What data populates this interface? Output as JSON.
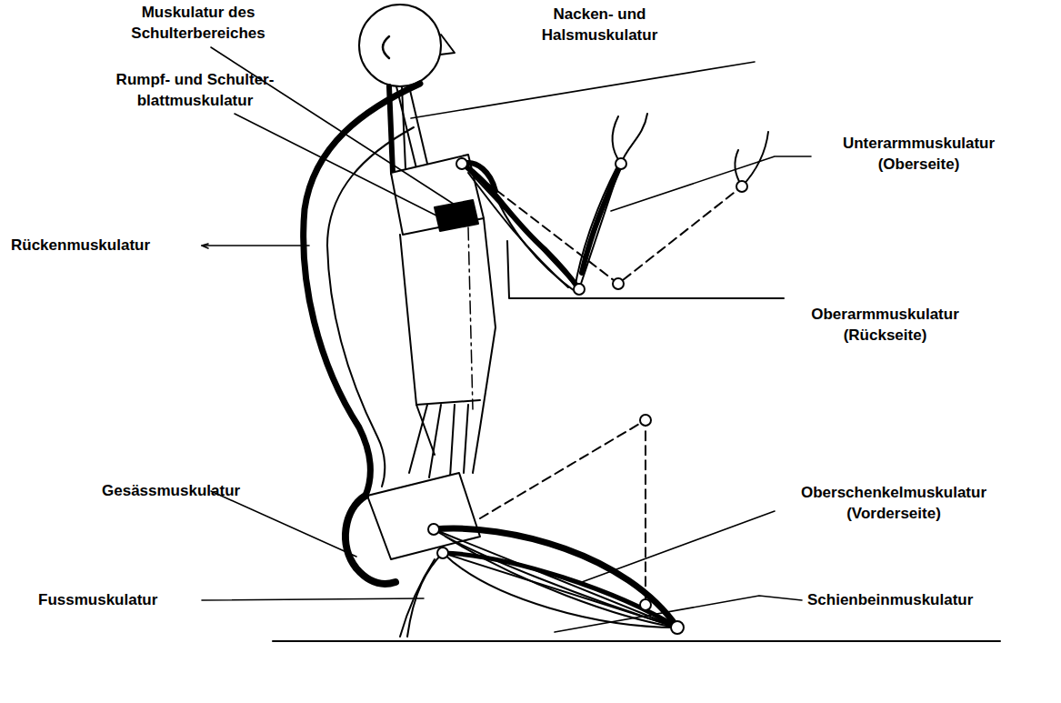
{
  "diagram": {
    "labels": [
      "Muskulatur des Schulterbereiches",
      "Nacken- und Halsmuskulatur",
      "Rumpf- und Schulter- blattmuskulatur",
      "Unterarmmuskulatur (Oberseite)",
      "Rückenmuskulatur",
      "Oberarmmuskulatur (Rückseite)",
      "Gesässmuskulatur",
      "Oberschenkelmuskulatur (Vorderseite)",
      "Fussmuskulatur",
      "Schienbeinmuskulatur"
    ]
  }
}
